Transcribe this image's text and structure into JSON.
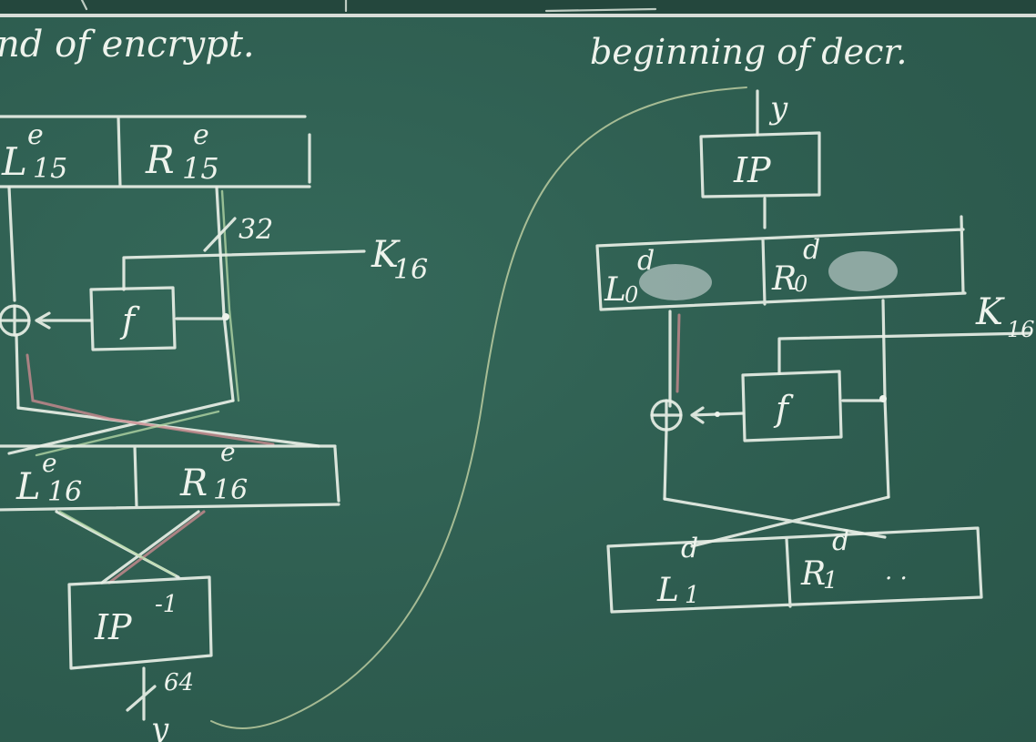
{
  "top_left_heading": "nd of encrypt.",
  "top_right_heading": "beginning of decr.",
  "encryption": {
    "L15": "L",
    "L15_sub": "15",
    "L15_sup": "e",
    "R15": "R",
    "R15_sub": "15",
    "R15_sup": "e",
    "bits32": "32",
    "K16": "K",
    "K16_sub": "16",
    "f": "f",
    "L16": "L",
    "L16_sub": "16",
    "L16_sup": "e",
    "R16": "R",
    "R16_sub": "16",
    "R16_sup": "e",
    "IP_inv": "IP",
    "IP_inv_sup": "-1",
    "bits64": "64",
    "y": "y"
  },
  "decryption": {
    "y": "y",
    "IP": "IP",
    "L0": "L",
    "L0_sub": "0",
    "L0_sup": "d",
    "R0": "R",
    "R0_sub": "0",
    "R0_sup": "d",
    "K16": "K",
    "K16_sub": "16",
    "f": "f",
    "L1": "L",
    "L1_sub": "1",
    "L1_sup": "d",
    "R1": "R",
    "R1_sub": "1",
    "R1_sup": "d",
    "dots": ". ."
  }
}
